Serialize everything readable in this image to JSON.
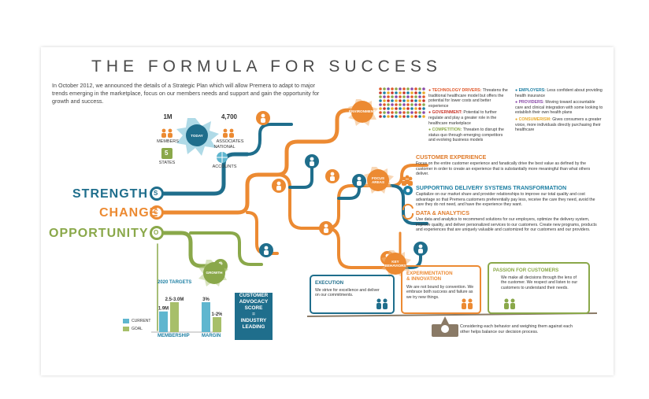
{
  "title": "THE FORMULA FOR SUCCESS",
  "intro": "In October 2012, we announced the details of a Strategic Plan which will allow Premera to adapt to major trends emerging in the marketplace, focus on our members needs and support and gain the opportunity for growth and success.",
  "words": {
    "strength": "STRENGTH",
    "change": "CHANGE",
    "opportunity": "OPPORTUNITY"
  },
  "letters": {
    "s": "S",
    "c": "C",
    "o": "O"
  },
  "today": {
    "label": "TODAY",
    "members_value": "1M",
    "members_label": "MEMBERS",
    "associates_value": "4,700",
    "associates_label": "ASSOCIATES",
    "states_value": "5",
    "states_label": "STATES",
    "national_label": "NATIONAL",
    "accounts_label": "ACCOUNTS"
  },
  "pills": {
    "environment": "ENVIRONMENT",
    "focus_areas": "FOCUS\nAREAS",
    "key_behaviors": "KEY\nBEHAVIORS",
    "growth": "GROWTH"
  },
  "environment": {
    "left": [
      {
        "term": "TECHNOLOGY DRIVERS:",
        "text": " Threatens the traditional healthcare model but offers the potential for lower costs and better experience"
      },
      {
        "term": "GOVERNMENT:",
        "text": " Potential to further regulate and play a greater role in the healthcare marketplace"
      },
      {
        "term": "COMPETITION:",
        "text": " Threaten to disrupt the status quo through emerging competitors and evolving business models"
      }
    ],
    "right": [
      {
        "term": "EMPLOYERS:",
        "text": " Less confident about providing health insurance"
      },
      {
        "term": "PROVIDERS:",
        "text": " Moving toward accountable care and clinical integration with some looking to establish their own health plans"
      },
      {
        "term": "CONSUMERISM:",
        "text": " Gives consumers a greater voice, more individuals directly purchasing their healthcare"
      }
    ]
  },
  "focus": [
    {
      "heading": "CUSTOMER EXPERIENCE",
      "text": "Focus on the entire customer experience and fanatically drive the best value as defined by the customer in order to create an experience that is substantially more meaningful than what others deliver."
    },
    {
      "heading": "SUPPORTING DELIVERY SYSTEMS TRANSFORMATION",
      "text": "Capitalize on our market share and provider relationships to improve our total quality and cost advantage so that Premera customers preferentially pay less, receive the care they need, avoid the care they do not need, and have the experience they want."
    },
    {
      "heading": "DATA & ANALYTICS",
      "text": "Use data and analytics to recommend solutions for our employers, optimize the delivery system, improve quality, and deliver personalized services to our customers. Create new programs, products and experiences that are uniquely valuable and customized for our customers and our providers."
    }
  ],
  "behaviors": [
    {
      "heading": "EXECUTION",
      "text": "We strive for excellence and deliver on our commitments."
    },
    {
      "heading": "EXPERIMENTATION\n& INNOVATION",
      "text": "We are not bound by convention. We embrace both success and failure as we try new things."
    },
    {
      "heading": "PASSION FOR CUSTOMERS",
      "text": "We make all decisions through the lens of the customer. We respect and listen to our customers to understand their needs."
    }
  ],
  "scale_caption": "Considering each behavior and weighing them against each other helps balance our decision process.",
  "targets": {
    "heading": "2020 TARGETS",
    "legend_current": "CURRENT",
    "legend_goal": "GOAL",
    "advocacy": "CUSTOMER\nADVOCACY\nSCORE\n=\nINDUSTRY\nLEADING"
  },
  "colors": {
    "teal": "#1f6e8c",
    "orange": "#ec8a32",
    "green": "#8aa84a",
    "light_blue": "#5fb6cf",
    "light_green": "#a7bf6a"
  },
  "chart_data": [
    {
      "type": "bar",
      "title": "2020 TARGETS",
      "categories": [
        "MEMBERSHIP",
        "MARGIN"
      ],
      "series": [
        {
          "name": "CURRENT",
          "values": [
            1.9,
            3
          ],
          "labels": [
            "1.9M",
            "3%"
          ]
        },
        {
          "name": "GOAL",
          "values": [
            2.75,
            1.5
          ],
          "labels": [
            "2.5-3.0M",
            "1-2%"
          ]
        }
      ]
    }
  ]
}
